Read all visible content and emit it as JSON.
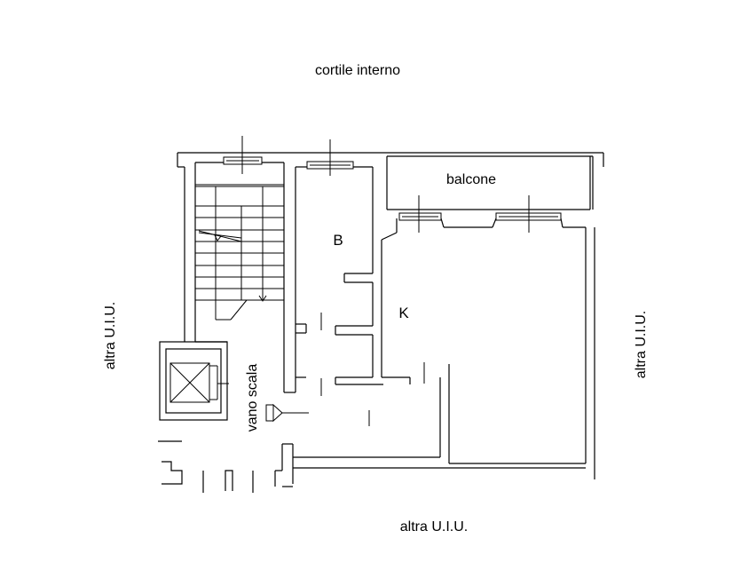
{
  "labels": {
    "top": "cortile interno",
    "bottom": "altra U.I.U.",
    "left": "altra U.I.U.",
    "right": "altra U.I.U.",
    "balcony": "balcone",
    "room_b": "B",
    "room_k": "K",
    "stair": "vano scala"
  }
}
